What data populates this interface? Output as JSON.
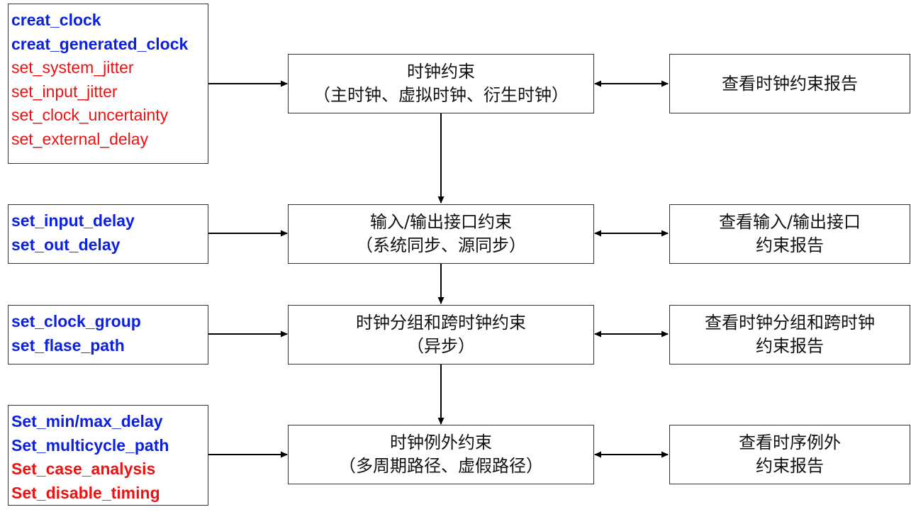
{
  "rows": [
    {
      "commands": [
        {
          "text": "creat_clock",
          "color": "#0b20e0",
          "bold": true
        },
        {
          "text": "creat_generated_clock",
          "color": "#0b20e0",
          "bold": true
        },
        {
          "text": "set_system_jitter",
          "color": "#ee1111",
          "bold": false
        },
        {
          "text": "set_input_jitter",
          "color": "#ee1111",
          "bold": false
        },
        {
          "text": "set_clock_uncertainty",
          "color": "#ee1111",
          "bold": false
        },
        {
          "text": "set_external_delay",
          "color": "#ee1111",
          "bold": false
        }
      ],
      "constraint": {
        "line1": "时钟约束",
        "line2": "（主时钟、虚拟时钟、衍生时钟）"
      },
      "report": {
        "line1": "查看时钟约束报告",
        "line2": ""
      }
    },
    {
      "commands": [
        {
          "text": "set_input_delay",
          "color": "#0b20e0",
          "bold": true
        },
        {
          "text": "set_out_delay",
          "color": "#0b20e0",
          "bold": true
        }
      ],
      "constraint": {
        "line1": "输入/输出接口约束",
        "line2": "（系统同步、源同步）"
      },
      "report": {
        "line1": "查看输入/输出接口",
        "line2": "约束报告"
      }
    },
    {
      "commands": [
        {
          "text": "set_clock_group",
          "color": "#0b20e0",
          "bold": true
        },
        {
          "text": "set_flase_path",
          "color": "#0b20e0",
          "bold": true
        }
      ],
      "constraint": {
        "line1": "时钟分组和跨时钟约束",
        "line2": "（异步）"
      },
      "report": {
        "line1": "查看时钟分组和跨时钟",
        "line2": "约束报告"
      }
    },
    {
      "commands": [
        {
          "text": "Set_min/max_delay",
          "color": "#0b20e0",
          "bold": true
        },
        {
          "text": "Set_multicycle_path",
          "color": "#0b20e0",
          "bold": true
        },
        {
          "text": "Set_case_analysis",
          "color": "#ee1111",
          "bold": true
        },
        {
          "text": "Set_disable_timing",
          "color": "#ee1111",
          "bold": true
        }
      ],
      "constraint": {
        "line1": "时钟例外约束",
        "line2": "（多周期路径、虚假路径）"
      },
      "report": {
        "line1": "查看时序例外",
        "line2": "约束报告"
      }
    }
  ]
}
